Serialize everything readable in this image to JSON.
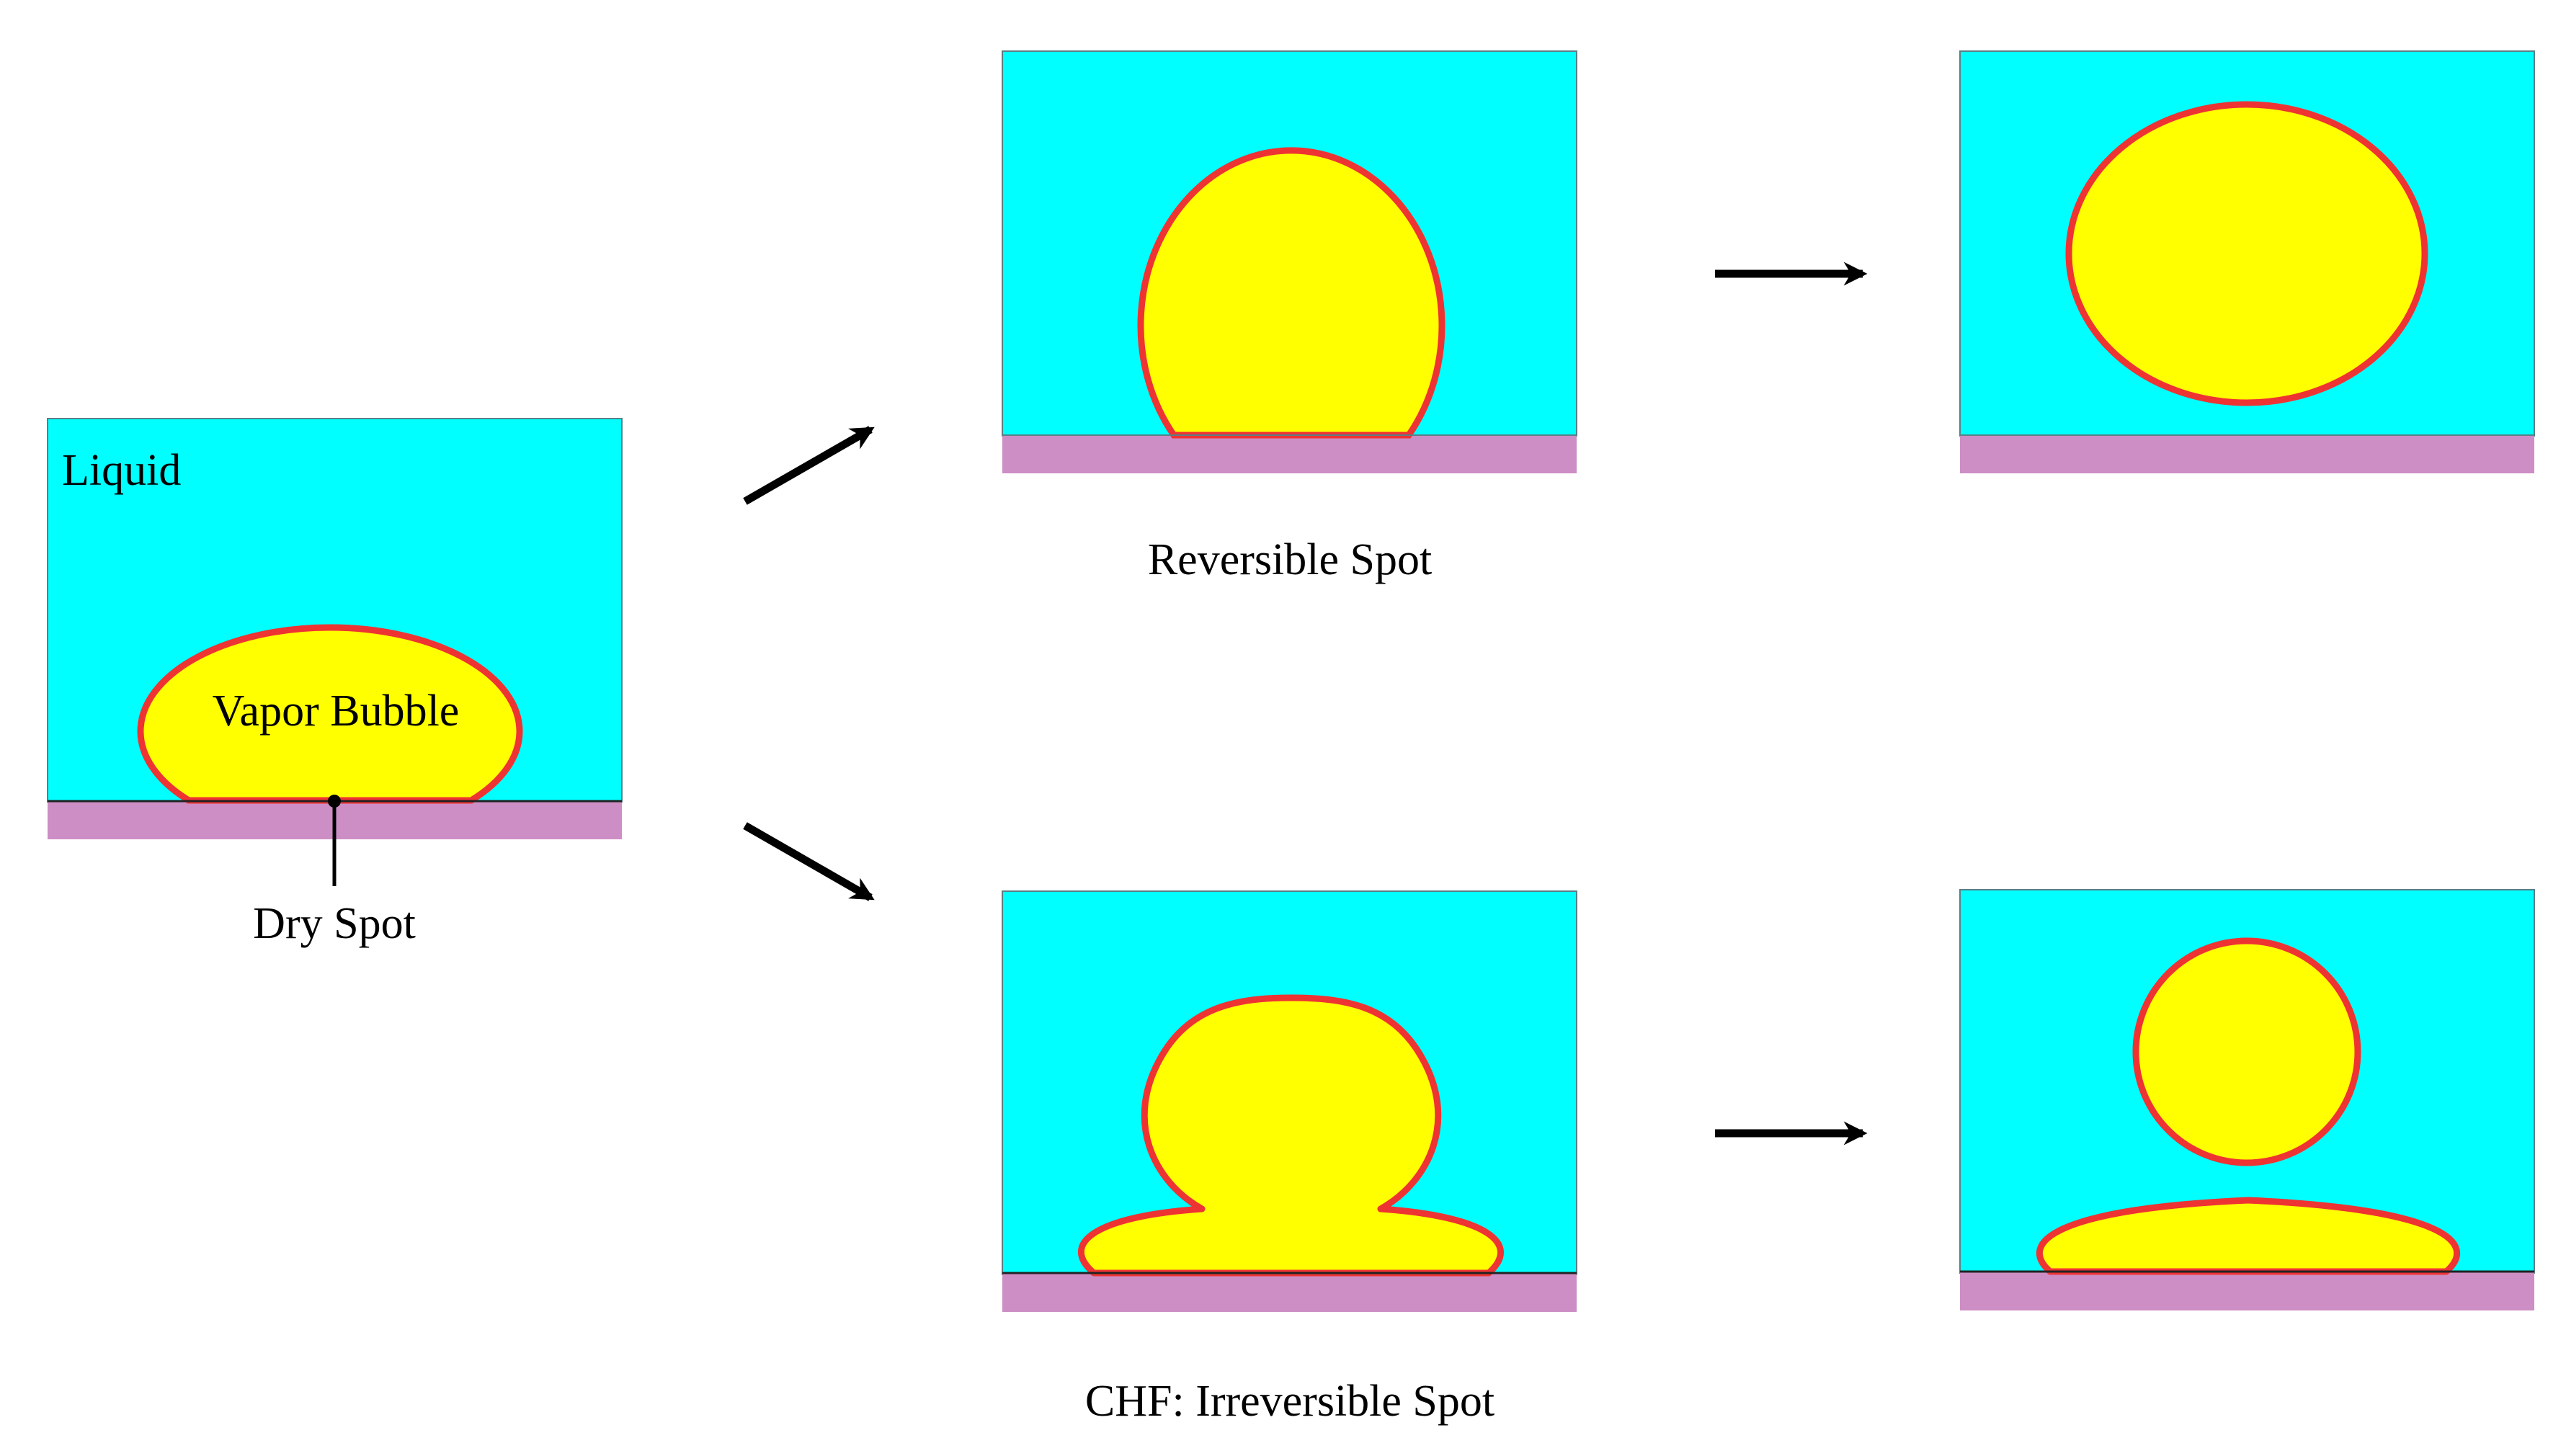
{
  "labels": {
    "liquid": "Liquid",
    "vapor_bubble": "Vapor Bubble",
    "dry_spot": "Dry Spot",
    "reversible_spot": "Reversible Spot",
    "chf_irreversible_spot": "CHF: Irreversible Spot"
  },
  "colors": {
    "liquid": "#00ffff",
    "vapor": "#ffff00",
    "interface": "#ee3333",
    "heater_wall": "#cc8ec4",
    "arrow": "#000000",
    "text": "#000000"
  }
}
